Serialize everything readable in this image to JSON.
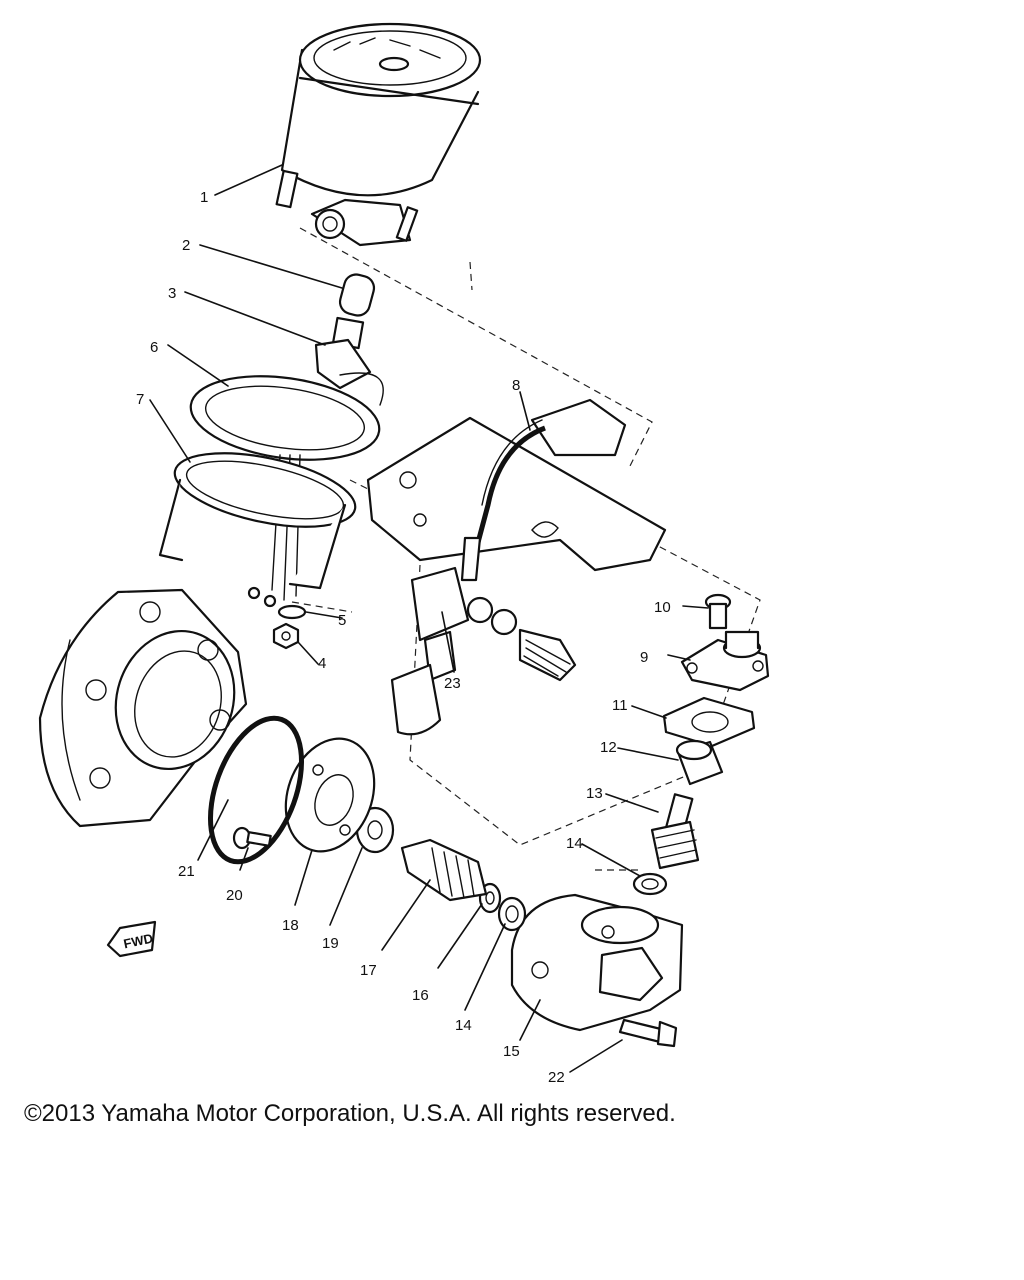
{
  "callouts": {
    "c1": "1",
    "c2": "2",
    "c3": "3",
    "c4": "4",
    "c5": "5",
    "c6": "6",
    "c7": "7",
    "c8": "8",
    "c9": "9",
    "c10": "10",
    "c11": "11",
    "c12": "12",
    "c13": "13",
    "c14a": "14",
    "c14b": "14",
    "c15": "15",
    "c16": "16",
    "c17": "17",
    "c18": "18",
    "c19": "19",
    "c20": "20",
    "c21": "21",
    "c22": "22",
    "c23": "23"
  },
  "fwd_label": "FWD",
  "copyright": "©2013 Yamaha Motor Corporation, U.S.A. All rights reserved."
}
